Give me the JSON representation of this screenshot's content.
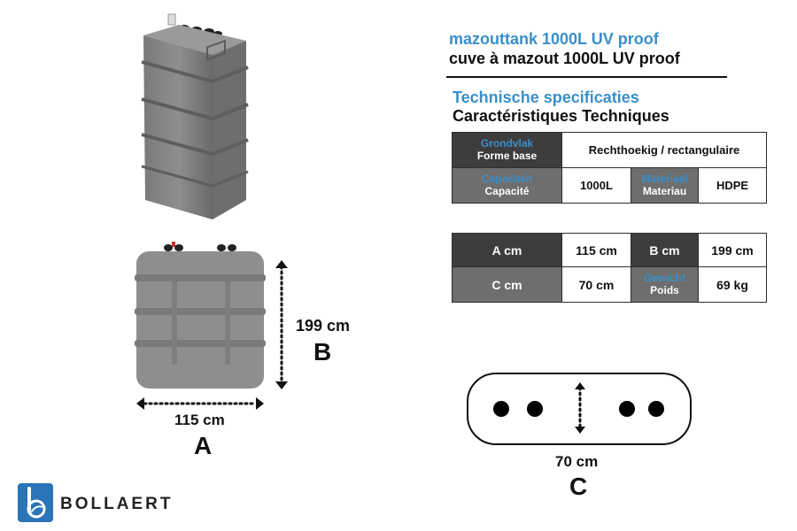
{
  "header": {
    "title_nl": "mazouttank 1000L UV proof",
    "title_fr": "cuve à mazout 1000L UV proof"
  },
  "specs_heading": {
    "nl": "Technische specificaties",
    "fr": "Caractéristiques Techniques"
  },
  "specs_table": {
    "base_label_nl": "Grondvlak",
    "base_label_fr": "Forme base",
    "base_value": "Rechthoekig / rectangulaire",
    "capacity_label_nl": "Capaciteit",
    "capacity_label_fr": "Capacité",
    "capacity_value": "1000L",
    "material_label_nl": "Materiaal",
    "material_label_fr": "Materiau",
    "material_value": "HDPE"
  },
  "dims_table": {
    "a_label": "A cm",
    "a_value": "115 cm",
    "b_label": "B cm",
    "b_value": "199 cm",
    "c_label": "C cm",
    "c_value": "70 cm",
    "weight_label_nl": "Gewicht",
    "weight_label_fr": "Poids",
    "weight_value": "69 kg"
  },
  "diagram": {
    "a_dim": "115 cm",
    "a_letter": "A",
    "b_dim": "199 cm",
    "b_letter": "B",
    "c_dim": "70 cm",
    "c_letter": "C"
  },
  "brand": {
    "name": "BOLLAERT"
  },
  "colors": {
    "accent_blue": "#3a8fc9",
    "header_dark": "#3d3d3d",
    "header_mid": "#6e6e6e",
    "tank_gray": "#8e8e8e"
  }
}
